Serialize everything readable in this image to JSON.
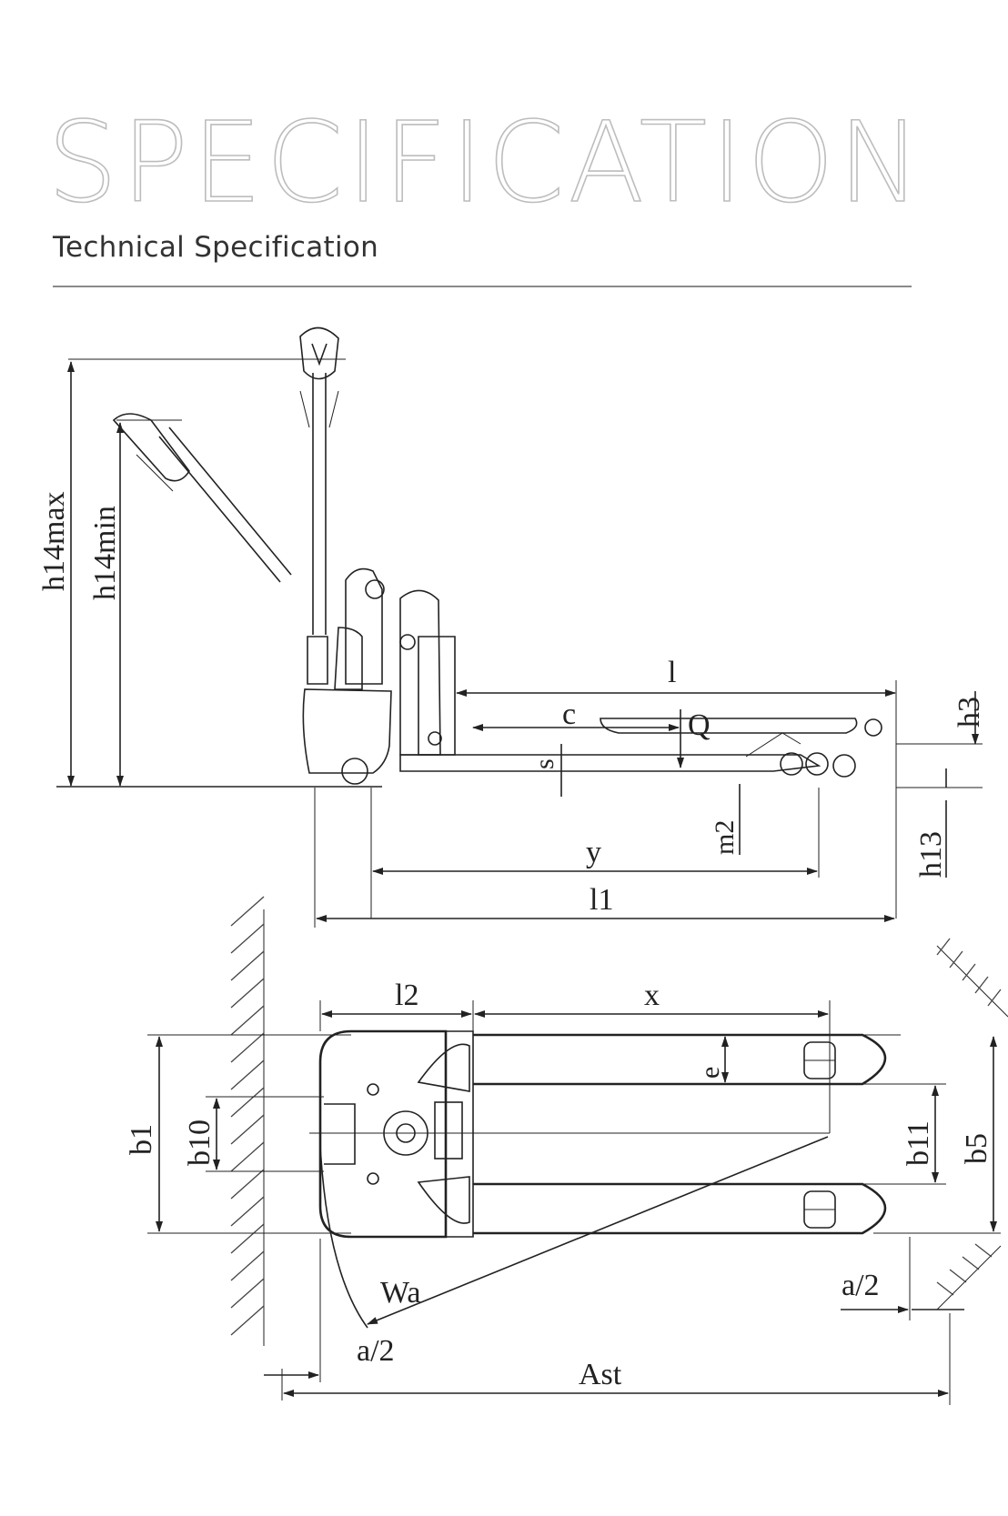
{
  "header": {
    "title": "SPECIFICATION",
    "subtitle": "Technical Specification"
  },
  "dimension_labels": {
    "h14max": "h14max",
    "h14min": "h14min",
    "l": "l",
    "c": "c",
    "Q": "Q",
    "s": "s",
    "h3": "h3",
    "m2": "m2",
    "y": "y",
    "l1": "l1",
    "h13": "h13",
    "l2": "l2",
    "x": "x",
    "e": "e",
    "b1": "b1",
    "b10": "b10",
    "b11": "b11",
    "b5": "b5",
    "Wa": "Wa",
    "a2_right": "a/2",
    "a2_left": "a/2",
    "Ast": "Ast"
  },
  "colors": {
    "title_outline": "#bdbdbd",
    "subtitle": "#333333",
    "rule": "#8a8a8a",
    "line": "#222222"
  }
}
